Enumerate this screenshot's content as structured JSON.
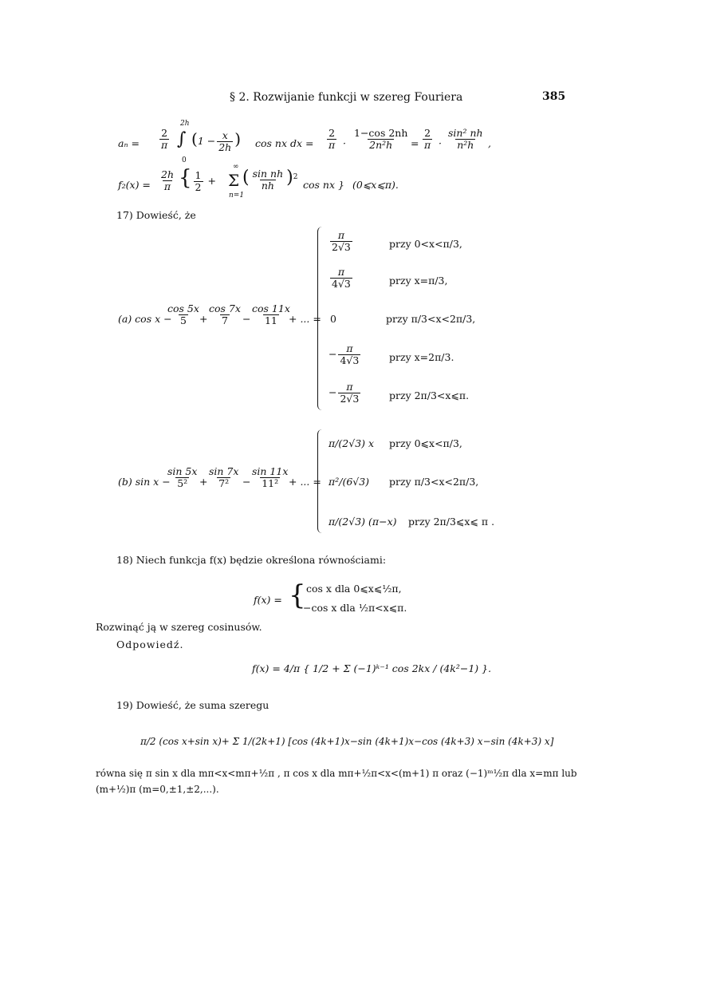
{
  "header": {
    "section": "§ 2. Rozwijanie funkcji w szereg Fouriera",
    "page_number": "385"
  },
  "eq_an": {
    "lhs": "aₙ =",
    "int_upper": "2h",
    "int_lower": "0",
    "rhs1": "cos nx dx =",
    "frac2_num": "1−cos 2nh",
    "frac2_den": "2n²h",
    "frac3_num": "sin² nh",
    "frac3_den": "n²h"
  },
  "eq_f2": {
    "lhs": "f₂(x) =",
    "sum_upper": "∞",
    "sum_lower": "n=1",
    "tail": "cos nx }",
    "range": "(0⩽x⩽π)."
  },
  "p17": {
    "title": "17) Dowieść, że"
  },
  "eq_a": {
    "label": "(a) cos x −",
    "terms": [
      "cos 5x",
      "5",
      "cos 7x",
      "7",
      "cos 11x",
      "11"
    ],
    "ellipsis": "+ ... =",
    "cases": [
      {
        "val_num": "π",
        "val_den": "2√3",
        "cond": "przy 0<x<π/3,"
      },
      {
        "val_num": "π",
        "val_den": "4√3",
        "cond": "przy x=π/3,"
      },
      {
        "val_num": "0",
        "val_den": "",
        "cond": "przy π/3<x<2π/3,"
      },
      {
        "val_num": "π",
        "val_den": "4√3",
        "cond": "przy x=2π/3."
      },
      {
        "val_num": "π",
        "val_den": "2√3",
        "cond": "przy 2π/3<x⩽π."
      }
    ]
  },
  "eq_b": {
    "label": "(b) sin x −",
    "terms": [
      "sin 5x",
      "5²",
      "sin 7x",
      "7²",
      "sin 11x",
      "11²"
    ],
    "ellipsis": "+ ... =",
    "cases": [
      {
        "val": "π/(2√3) x",
        "cond": "przy 0⩽x<π/3,"
      },
      {
        "val": "π²/(6√3)",
        "cond": "przy π/3<x<2π/3,"
      },
      {
        "val": "π/(2√3) (π−x)",
        "cond": "przy 2π/3⩽x⩽ π ."
      }
    ]
  },
  "p18": {
    "title": "18) Niech funkcja f(x) będzie określona równościami:",
    "case1": "cos x  dla  0⩽x⩽½π,",
    "case2": "−cos x  dla  ½π<x⩽π.",
    "expand": "Rozwinąć ją w szereg cosinusów.",
    "answer_label": "Odpowiedź.",
    "answer": "f(x) = 4/π { 1/2 + Σ (−1)ᵏ⁻¹ cos 2kx / (4k²−1) }."
  },
  "p19": {
    "title": "19) Dowieść, że suma szeregu",
    "series": "π/2 (cos x+sin x)+ Σ 1/(2k+1) [cos (4k+1)x−sin (4k+1)x−cos (4k+3) x−sin (4k+3) x]",
    "line1": "równa się π sin x dla mπ<x<mπ+½π , π cos x dla mπ+½π<x<(m+1) π oraz (−1)ᵐ½π dla x=mπ lub",
    "line2": "(m+½)π (m=0,±1,±2,...)."
  }
}
